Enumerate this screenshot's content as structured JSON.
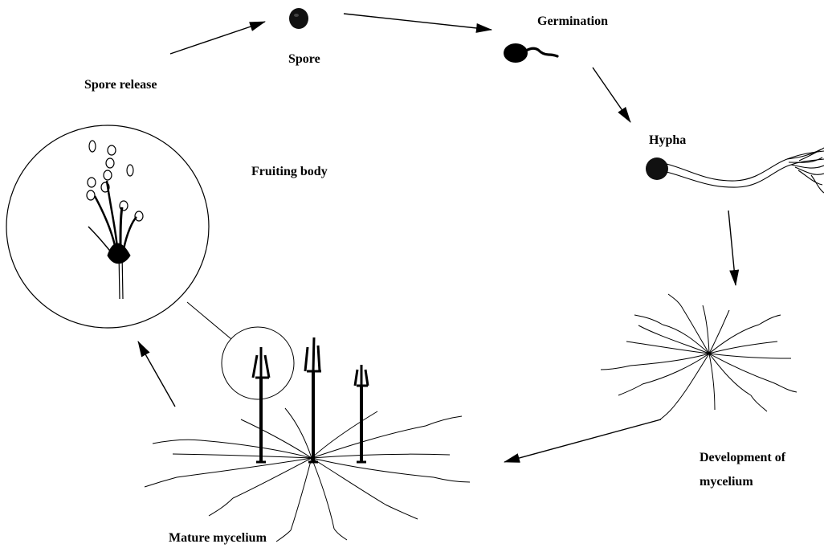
{
  "diagram": {
    "type": "fungal-life-cycle",
    "colors": {
      "ink": "#000000",
      "background": "#ffffff"
    },
    "labels": {
      "spore_release": "Spore release",
      "spore": "Spore",
      "germination": "Germination",
      "hypha": "Hypha",
      "fruiting_body": "Fruiting body",
      "development_line1": "Development of",
      "development_line2": "mycelium",
      "mature_mycelium": "Mature mycelium"
    }
  }
}
